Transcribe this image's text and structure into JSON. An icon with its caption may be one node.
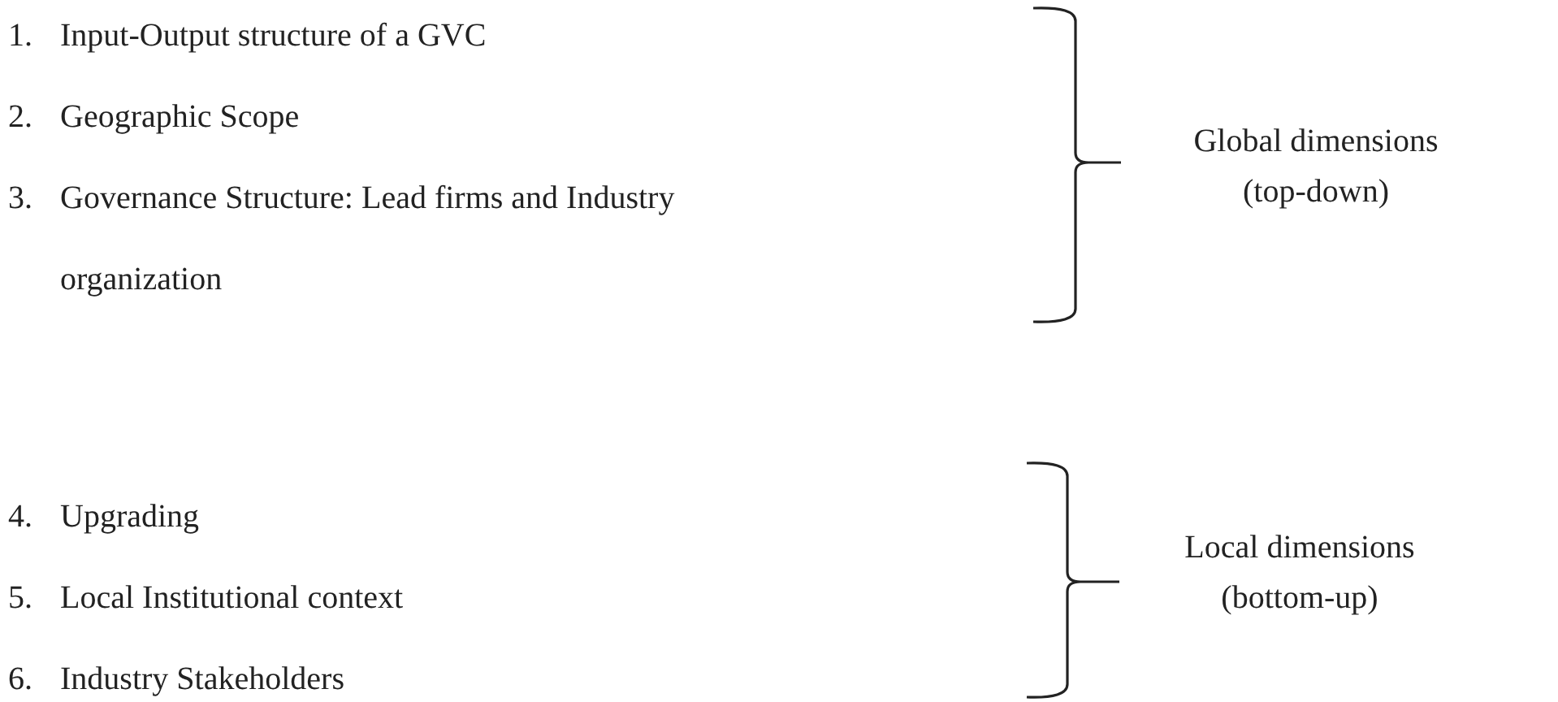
{
  "diagram": {
    "labels": [
      "1.",
      "Input-Output structure of a GVC",
      "2.",
      "Geographic Scope",
      "3.",
      "Governance Structure: Lead firms and Industry organization",
      "Global dimensions (top-down)",
      "4.",
      "Upgrading",
      "5.",
      "Local Institutional context",
      "6.",
      "Industry Stakeholders",
      "Local dimensions (bottom-up)"
    ]
  }
}
